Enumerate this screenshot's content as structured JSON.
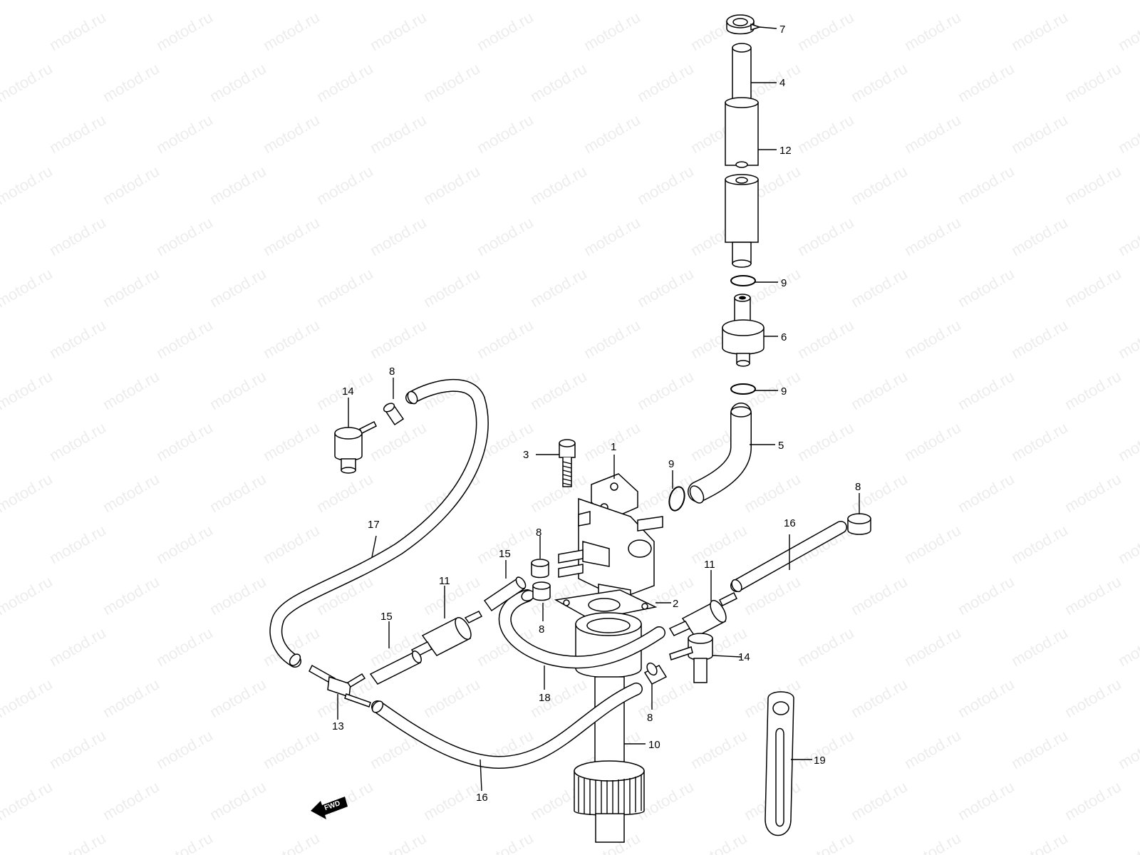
{
  "watermark": "motod.ru",
  "fwd_badge": "FWD",
  "callouts": {
    "c7": "7",
    "c4": "4",
    "c12": "12",
    "c9_top": "9",
    "c6": "6",
    "c9_mid": "9",
    "c5": "5",
    "c8_topleft": "8",
    "c14_left": "14",
    "c1": "1",
    "c3": "3",
    "c9_right": "9",
    "c8_right": "8",
    "c16_right": "16",
    "c17": "17",
    "c8_center": "8",
    "c15_upper": "15",
    "c11_left": "11",
    "c11_right": "11",
    "c2": "2",
    "c8_lower": "8",
    "c15_lower": "15",
    "c14_right": "14",
    "c18": "18",
    "c13": "13",
    "c8_bottom": "8",
    "c10": "10",
    "c19": "19",
    "c16_bottom": "16"
  }
}
